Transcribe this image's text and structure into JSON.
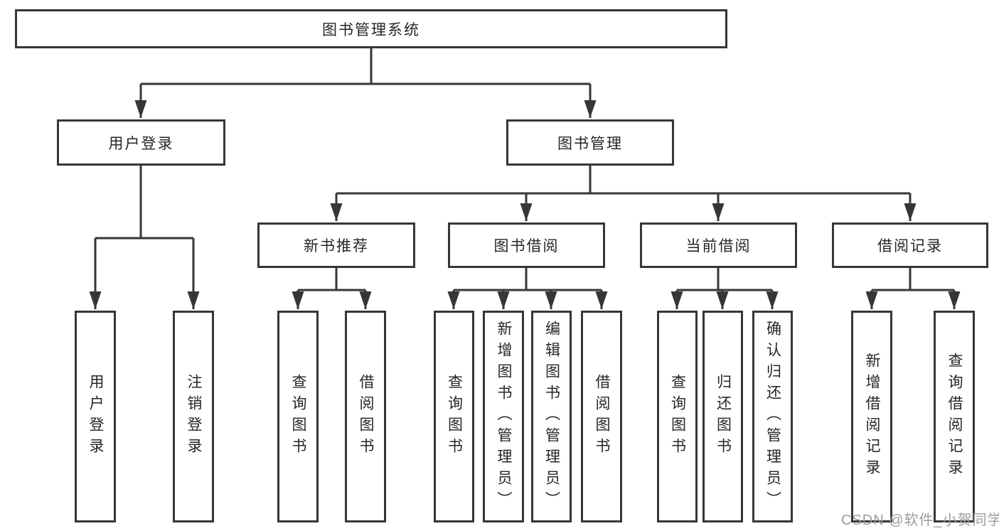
{
  "diagram": {
    "root": "图书管理系统",
    "level2": [
      {
        "label": "用户登录",
        "children": [
          "用户登录",
          "注销登录"
        ]
      },
      {
        "label": "图书管理",
        "groups": [
          {
            "label": "新书推荐",
            "children": [
              "查询图书",
              "借阅图书"
            ]
          },
          {
            "label": "图书借阅",
            "children": [
              "查询图书",
              "新增图书（管理员）",
              "编辑图书（管理员）",
              "借阅图书"
            ]
          },
          {
            "label": "当前借阅",
            "children": [
              "查询图书",
              "归还图书",
              "确认归还（管理员）"
            ]
          },
          {
            "label": "借阅记录",
            "children": [
              "新增借阅记录",
              "查询借阅记录"
            ]
          }
        ]
      }
    ],
    "colors": {
      "line": "#363636",
      "box_border": "#363636",
      "text": "#262626"
    }
  },
  "watermark": {
    "text": "CSDN @软件_小贺同学",
    "color": "#9c9c9c"
  }
}
